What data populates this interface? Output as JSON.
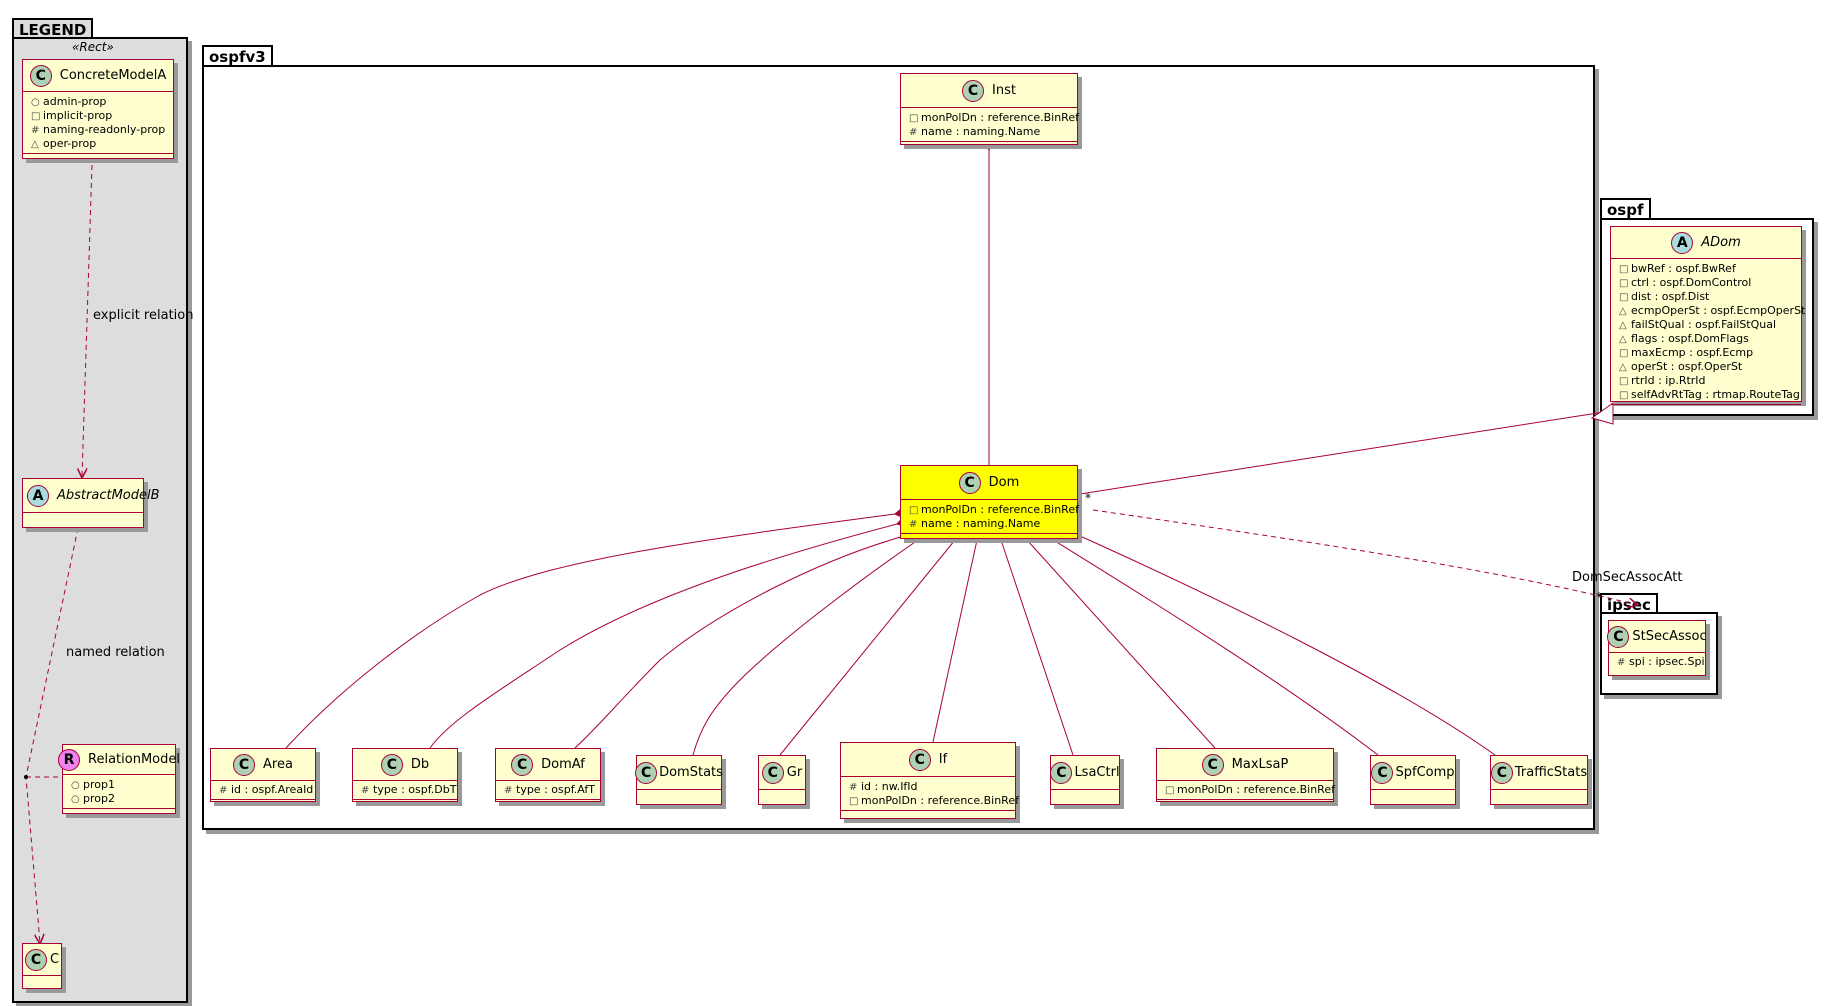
{
  "packages": {
    "legend": "LEGEND",
    "legend_stereotype": "«Rect»",
    "ospfv3": "ospfv3",
    "ospf": "ospf",
    "ipsec": "ipsec"
  },
  "legend": {
    "concrete": {
      "name": "ConcreteModelA",
      "attrs": [
        {
          "vis": "○",
          "text": "admin-prop"
        },
        {
          "vis": "□",
          "text": "implicit-prop"
        },
        {
          "vis": "#",
          "text": "naming-readonly-prop"
        },
        {
          "vis": "△",
          "text": "oper-prop"
        }
      ]
    },
    "abstract": {
      "name": "AbstractModelB"
    },
    "relation": {
      "name": "RelationModel",
      "attrs": [
        {
          "vis": "○",
          "text": "prop1"
        },
        {
          "vis": "○",
          "text": "prop2"
        }
      ]
    },
    "c": {
      "name": "C"
    },
    "explicit_relation": "explicit relation",
    "named_relation": "named relation"
  },
  "ospfv3": {
    "inst": {
      "name": "Inst",
      "attrs": [
        {
          "vis": "□",
          "text": "monPolDn : reference.BinRef"
        },
        {
          "vis": "#",
          "text": "name : naming.Name"
        }
      ]
    },
    "dom": {
      "name": "Dom",
      "attrs": [
        {
          "vis": "□",
          "text": "monPolDn : reference.BinRef"
        },
        {
          "vis": "#",
          "text": "name : naming.Name"
        }
      ]
    },
    "children": {
      "area": {
        "name": "Area",
        "attrs": [
          {
            "vis": "#",
            "text": "id : ospf.AreaId"
          }
        ]
      },
      "db": {
        "name": "Db",
        "attrs": [
          {
            "vis": "#",
            "text": "type : ospf.DbT"
          }
        ]
      },
      "domaf": {
        "name": "DomAf",
        "attrs": [
          {
            "vis": "#",
            "text": "type : ospf.AfT"
          }
        ]
      },
      "domstats": {
        "name": "DomStats"
      },
      "gr": {
        "name": "Gr"
      },
      "if": {
        "name": "If",
        "attrs": [
          {
            "vis": "#",
            "text": "id : nw.IfId"
          },
          {
            "vis": "□",
            "text": "monPolDn : reference.BinRef"
          }
        ]
      },
      "lsactrl": {
        "name": "LsaCtrl"
      },
      "maxlsap": {
        "name": "MaxLsaP",
        "attrs": [
          {
            "vis": "□",
            "text": "monPolDn : reference.BinRef"
          }
        ]
      },
      "spfcomp": {
        "name": "SpfComp"
      },
      "trafficstats": {
        "name": "TrafficStats"
      }
    }
  },
  "ospf": {
    "adom": {
      "name": "ADom",
      "attrs": [
        {
          "vis": "□",
          "text": "bwRef : ospf.BwRef"
        },
        {
          "vis": "□",
          "text": "ctrl : ospf.DomControl"
        },
        {
          "vis": "□",
          "text": "dist : ospf.Dist"
        },
        {
          "vis": "△",
          "text": "ecmpOperSt : ospf.EcmpOperSt"
        },
        {
          "vis": "△",
          "text": "failStQual : ospf.FailStQual"
        },
        {
          "vis": "△",
          "text": "flags : ospf.DomFlags"
        },
        {
          "vis": "□",
          "text": "maxEcmp : ospf.Ecmp"
        },
        {
          "vis": "△",
          "text": "operSt : ospf.OperSt"
        },
        {
          "vis": "□",
          "text": "rtrId : ip.RtrId"
        },
        {
          "vis": "□",
          "text": "selfAdvRtTag : rtmap.RouteTag"
        }
      ]
    }
  },
  "ipsec": {
    "stsecassoc": {
      "name": "StSecAssoc",
      "attrs": [
        {
          "vis": "#",
          "text": "spi : ipsec.Spi"
        }
      ]
    }
  },
  "relations": {
    "dom_sec_assoc": "DomSecAssocAtt",
    "multiplicity_star": "*",
    "multiplicity_star2": "*"
  },
  "colors": {
    "border": "#a80036",
    "class_bg": "#fefece",
    "highlight": "#ffff00",
    "legend_bg": "#dddddd"
  }
}
